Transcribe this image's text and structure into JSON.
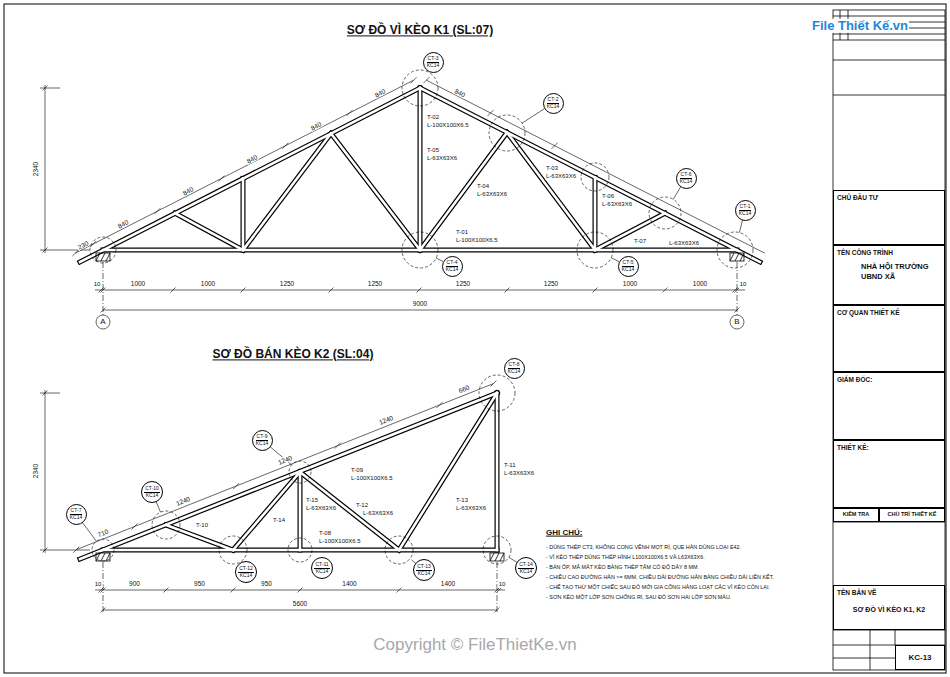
{
  "diagram": {
    "nodes": [
      {
        "text": [
          "CT-3",
          "KC14"
        ]
      },
      {
        "text": [
          "CT-2",
          "KC14"
        ]
      },
      {
        "text": [
          "CT-6",
          "KC14"
        ]
      },
      {
        "text": [
          "CT-1",
          "KC14"
        ]
      },
      {
        "text": [
          "CT-4",
          "KC14"
        ]
      },
      {
        "text": [
          "CT-5",
          "KC14"
        ]
      },
      {
        "text": [
          "CT-8",
          "KC14"
        ]
      },
      {
        "text": [
          "CT-9",
          "KC14"
        ]
      },
      {
        "text": [
          "CT-10",
          "KC14"
        ]
      },
      {
        "text": [
          "CT-7",
          "KC14"
        ]
      },
      {
        "text": [
          "CT-11",
          "KC14"
        ]
      },
      {
        "text": [
          "CT-12",
          "KC14"
        ]
      },
      {
        "text": [
          "CT-13",
          "KC14"
        ]
      },
      {
        "text": [
          "CT-14",
          "KC14"
        ]
      },
      {
        "text": [
          "CHỦ ĐẦU TƯ"
        ]
      },
      {
        "text": [
          "TÊN CÔNG TRÌNH",
          "NHÀ HỘI TRƯỜNG UBND XÃ"
        ]
      },
      {
        "text": [
          "CƠ QUAN THIẾT KẾ"
        ]
      },
      {
        "text": [
          "GIÁM ĐỐC:"
        ]
      },
      {
        "text": [
          "THIẾT KẾ:"
        ]
      },
      {
        "text": [
          "KIỂM TRA"
        ]
      },
      {
        "text": [
          "CHỦ TRÌ THIẾT KẾ"
        ]
      },
      {
        "text": [
          "TÊN BẢN VẼ",
          "SƠ ĐỒ VÌ KÈO K1, K2"
        ]
      },
      {
        "text": [
          "KC-13"
        ]
      }
    ],
    "labels": [
      "SƠ ĐỒ VÌ KÈO K1 (SL:07)",
      "230",
      "840",
      "840",
      "840",
      "840",
      "840",
      "840",
      "2340",
      "T-02",
      "L-100X100X6.5",
      "T-05",
      "L-63X63X6",
      "T-04",
      "L-63X63X6",
      "T-03",
      "L-63X63X6",
      "T-06",
      "L-63X63X6",
      "T-07",
      "L-63X63X6",
      "T-01",
      "L-100X100X6.5",
      "1000",
      "1000",
      "1250",
      "1250",
      "1250",
      "1250",
      "1000",
      "1000",
      "10",
      "10",
      "9000",
      "A",
      "B",
      "SƠ ĐỒ BÁN KÈO K2 (SL:04)",
      "710",
      "1240",
      "1240",
      "1240",
      "660",
      "2340",
      "T-09",
      "L-100X100X6.5",
      "T-10",
      "T-14",
      "T-15",
      "L-63X63X6",
      "T-12",
      "L-63X63X6",
      "T-13",
      "L-63X63X6",
      "T-11",
      "L-63X63X6",
      "T-08",
      "L-100X100X6.5",
      "10",
      "900",
      "950",
      "950",
      "1400",
      "1400",
      "10",
      "5600",
      "GHI CHÚ:",
      "- DÙNG THÉP CT3, KHÔNG CONG VÊNH MỌT RỈ, QUE HÀN DÙNG LOẠI E42.",
      "- VÌ KÈO THÉP DÙNG THÉP HÌNH L100X100X6.5 VÀ L63X63X6.",
      "- BẢN ỐP, MÃ MẮT KÈO BẰNG THÉP TẤM CÓ ĐỘ DÀY 8 MM.",
      "- CHIỀU CAO ĐƯỜNG HÀN >= 6MM, CHIỀU DÀI ĐƯỜNG HÀN BẰNG CHIỀU DÀI LIÊN KẾT.",
      "- CHẾ TẠO THỬ MỘT CHIẾC SAU ĐÓ MỚI GIA CÔNG HÀNG LOẠT CÁC VÌ KÈO CÒN LẠI.",
      "- SƠN KÈO MỘT LỚP SƠN CHỐNG RỈ, SAU ĐÓ SƠN HAI LỚP SƠN MÀU.",
      "File Thiết Kế.vn",
      "Copyright © FileThietKe.vn"
    ]
  }
}
